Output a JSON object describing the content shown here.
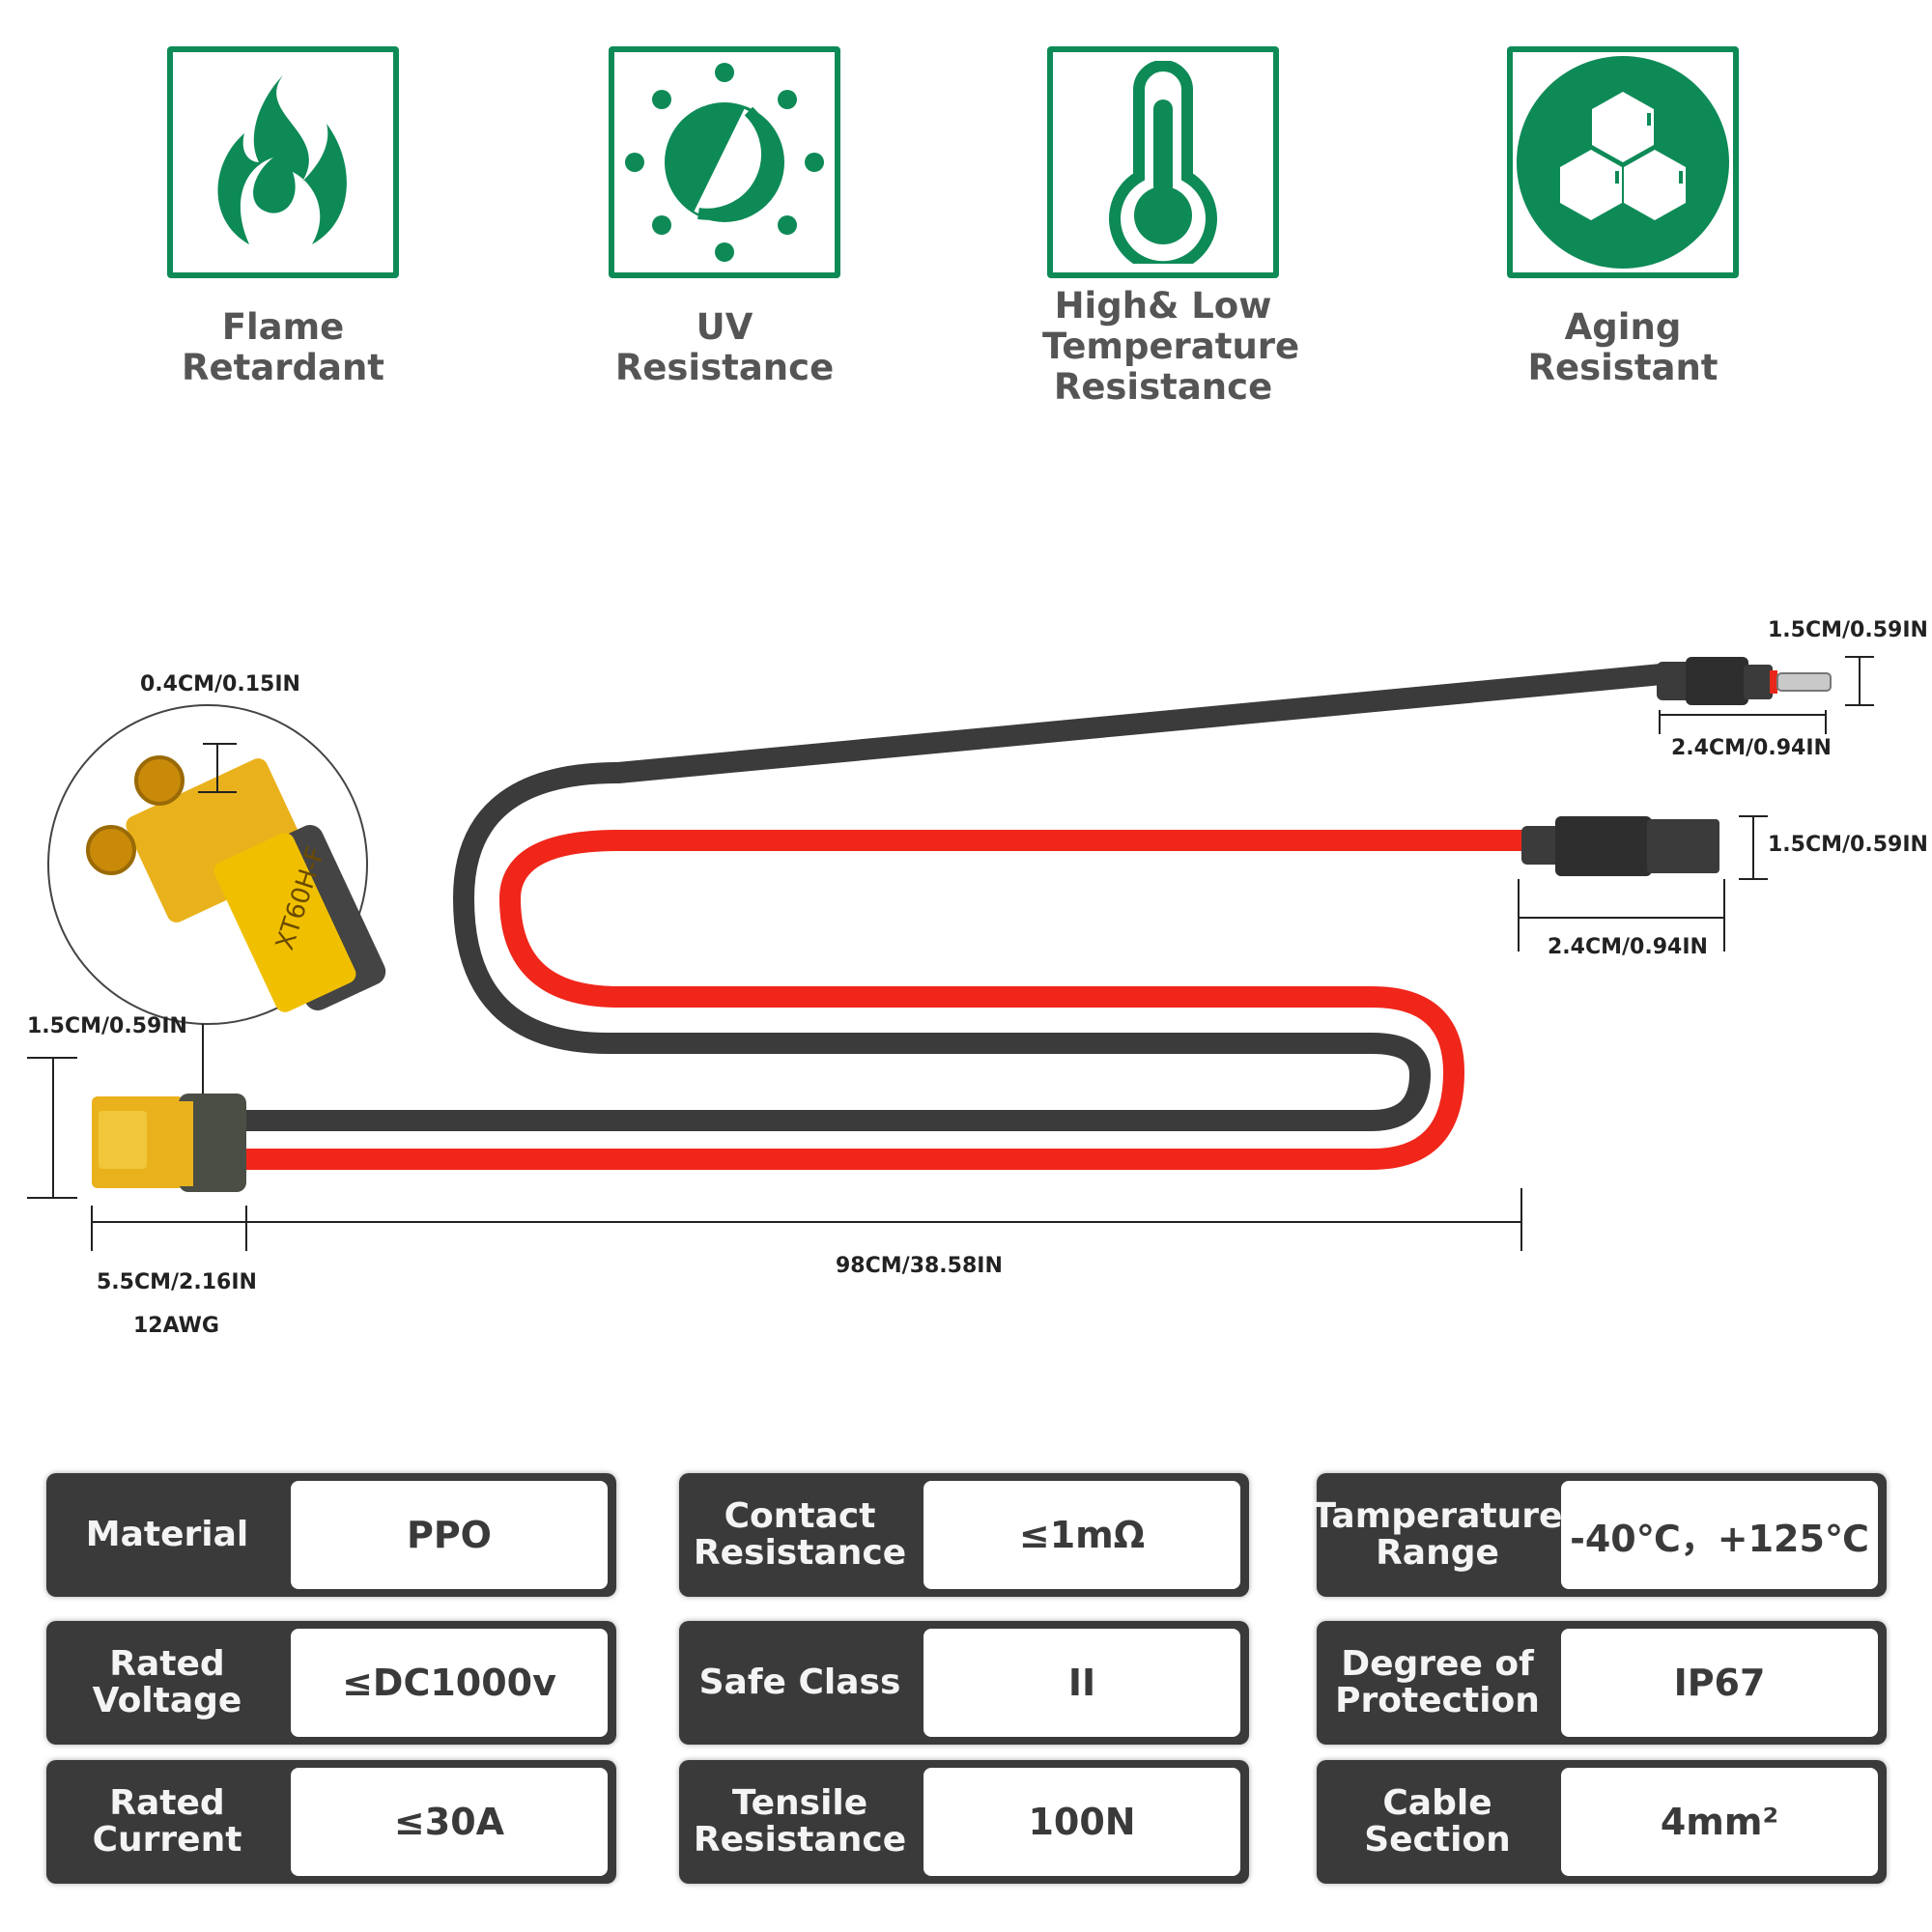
{
  "features": [
    {
      "icon": "flame-icon",
      "label_line1": "Flame",
      "label_line2": "Retardant",
      "label_line3": ""
    },
    {
      "icon": "sun-icon",
      "label_line1": "UV",
      "label_line2": "Resistance",
      "label_line3": ""
    },
    {
      "icon": "thermometer-icon",
      "label_line1": "High& Low",
      "label_line2": "Temperature",
      "label_line3": "Resistance"
    },
    {
      "icon": "hexagon-cells-icon",
      "label_line1": "Aging",
      "label_line2": "Resistant",
      "label_line3": ""
    }
  ],
  "dimensions": {
    "xt60_pin_height": "0.4CM/0.15IN",
    "xt60_height": "1.5CM/0.59IN",
    "xt60_length": "5.5CM/2.16IN",
    "wire_gauge": "12AWG",
    "cable_length": "98CM/38.58IN",
    "male_mc4_height": "1.5CM/0.59IN",
    "male_mc4_length": "2.4CM/0.94IN",
    "female_mc4_height": "1.5CM/0.59IN",
    "female_mc4_length": "2.4CM/0.94IN"
  },
  "connector_marking": "XT60H-F",
  "specs": [
    {
      "key": "Material",
      "value": "PPO"
    },
    {
      "key": "Contact Resistance",
      "value": "≤1mΩ"
    },
    {
      "key": "Tamperature Range",
      "value": "-40℃，+125℃"
    },
    {
      "key": "Rated Voltage",
      "value": "≤DC1000v"
    },
    {
      "key": "Safe Class",
      "value": "II"
    },
    {
      "key": "Degree of Protection",
      "value": "IP67"
    },
    {
      "key": "Rated Current",
      "value": "≤30A"
    },
    {
      "key": "Tensile Resistance",
      "value": "100N"
    },
    {
      "key": "Cable Section",
      "value": "4mm²"
    }
  ],
  "colors": {
    "green": "#0e8a57",
    "red_wire": "#f0261a",
    "black_wire": "#3b3b3b",
    "xt60_yellow": "#e9b21c",
    "table_dark": "#3a3a3a"
  }
}
